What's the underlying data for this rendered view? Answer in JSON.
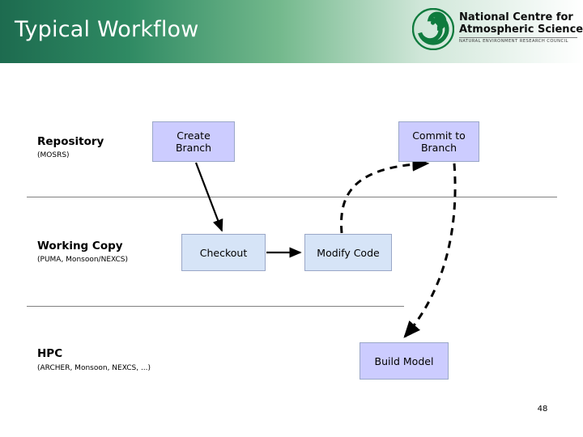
{
  "slide": {
    "title": "Typical Workflow",
    "slide_number": "48",
    "background_color": "#ffffff",
    "header_gradient_from": "#1d6b4f",
    "header_gradient_to": "#ffffff"
  },
  "logo": {
    "line1": "National Centre for",
    "line2": "Atmospheric Science",
    "subtitle": "NATURAL ENVIRONMENT RESEARCH COUNCIL",
    "mark_color": "#0f7b3e",
    "icon": "ncas-spiral-logo-icon"
  },
  "lanes": [
    {
      "id": "repository",
      "label": "Repository",
      "sublabel": "(MOSRS)"
    },
    {
      "id": "working-copy",
      "label": "Working Copy",
      "sublabel": "(PUMA, Monsoon/NEXCS)"
    },
    {
      "id": "hpc",
      "label": "HPC",
      "sublabel": "(ARCHER, Monsoon, NEXCS, ...)"
    }
  ],
  "nodes": [
    {
      "id": "create-branch",
      "label": "Create\nBranch",
      "line1": "Create",
      "line2": "Branch",
      "fill": "#ccccff",
      "lane": "repository"
    },
    {
      "id": "commit-to-branch",
      "label": "Commit to\nBranch",
      "line1": "Commit to",
      "line2": "Branch",
      "fill": "#ccccff",
      "lane": "repository"
    },
    {
      "id": "checkout",
      "label": "Checkout",
      "fill": "#d6e4f7",
      "lane": "working-copy"
    },
    {
      "id": "modify-code",
      "label": "Modify Code",
      "fill": "#d6e4f7",
      "lane": "working-copy"
    },
    {
      "id": "build-model",
      "label": "Build Model",
      "fill": "#ccccff",
      "lane": "hpc"
    }
  ],
  "connectors": [
    {
      "id": "create-branch-to-checkout",
      "from": "create-branch",
      "to": "checkout",
      "style": "solid",
      "color": "#000000"
    },
    {
      "id": "checkout-to-modify-code",
      "from": "checkout",
      "to": "modify-code",
      "style": "solid",
      "color": "#000000"
    },
    {
      "id": "modify-code-to-commit-to-branch",
      "from": "modify-code",
      "to": "commit-to-branch",
      "style": "dashed",
      "color": "#000000"
    },
    {
      "id": "commit-to-branch-to-build-model",
      "from": "commit-to-branch",
      "to": "build-model",
      "style": "dashed",
      "color": "#000000"
    }
  ]
}
